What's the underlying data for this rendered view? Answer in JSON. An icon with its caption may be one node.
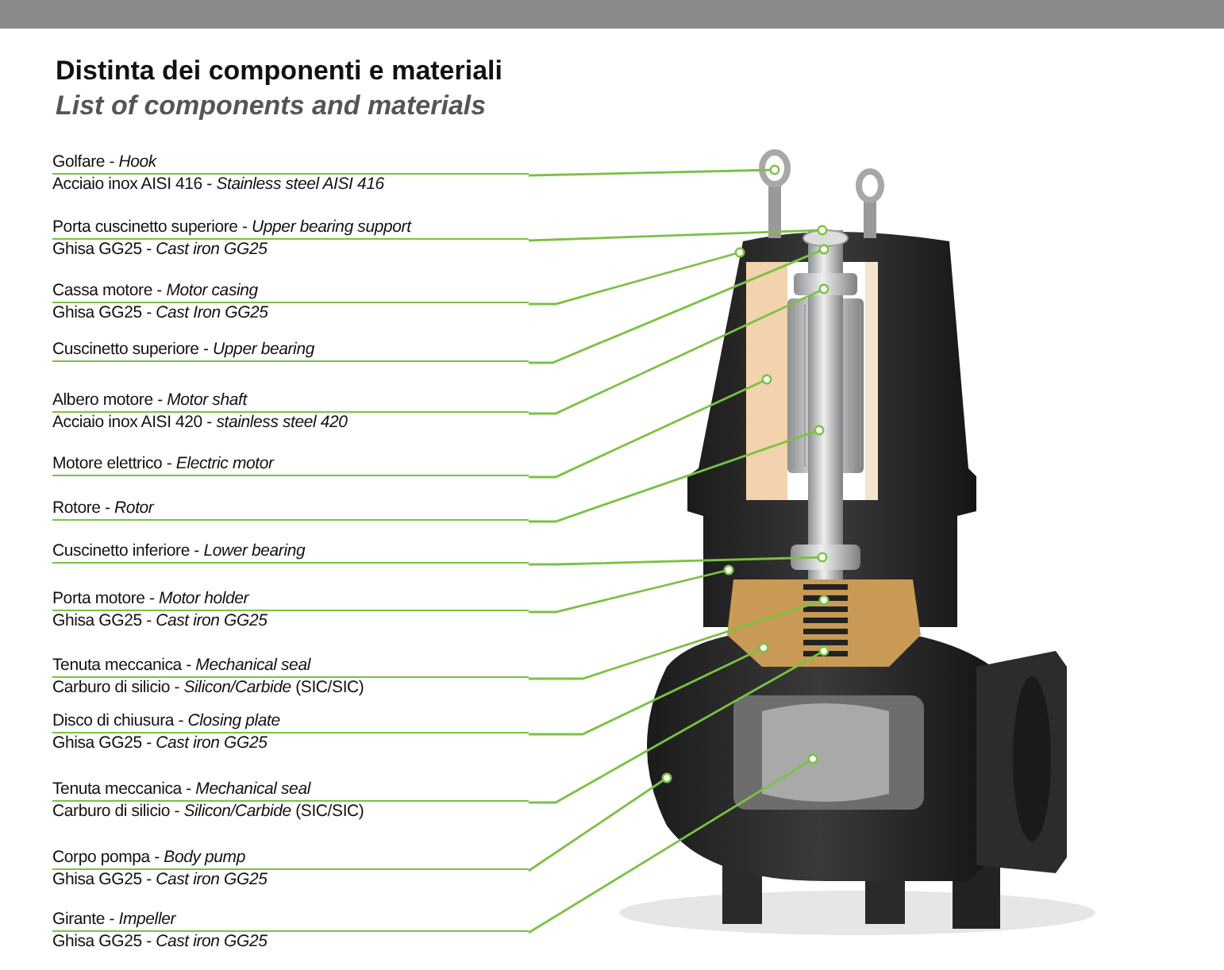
{
  "diagram": {
    "title": "Distinta dei componenti e materiali",
    "nodes": [
      {
        "text": [
          "Golfare - *Hook*",
          "Acciaio inox AISI 416 - *Stainless steel AISI 416*"
        ]
      },
      {
        "text": [
          "Porta cuscinetto superiore - *Upper bearing support*",
          "Ghisa GG25 - *Cast iron GG25*"
        ]
      },
      {
        "text": [
          "Cassa motore - *Motor casing*",
          "Ghisa GG25 - *Cast Iron GG25*"
        ]
      },
      {
        "text": [
          "Cuscinetto superiore - *Upper bearing*"
        ]
      },
      {
        "text": [
          "Albero motore - *Motor shaft*",
          "Acciaio inox AISI 420 - *stainless steel 420*"
        ]
      },
      {
        "text": [
          "Motore elettrico - *Electric motor*"
        ]
      },
      {
        "text": [
          "Rotore - *Rotor*"
        ]
      },
      {
        "text": [
          "Cuscinetto inferiore - *Lower bearing*"
        ]
      },
      {
        "text": [
          "Porta motore - *Motor holder*",
          "Ghisa GG25 - *Cast iron GG25*"
        ]
      },
      {
        "text": [
          "Tenuta meccanica - *Mechanical seal*",
          "Carburo di silicio - *Silicon/Carbide* (SIC/SIC)"
        ]
      },
      {
        "text": [
          "Disco di chiusura - *Closing plate*",
          "Ghisa GG25 - *Cast iron GG25*"
        ]
      },
      {
        "text": [
          "Tenuta meccanica - *Mechanical seal*",
          "Carburo di silicio - *Silicon/Carbide* (SIC/SIC)"
        ]
      },
      {
        "text": [
          "Corpo pompa - *Body pump*",
          "Ghisa GG25 - *Cast iron GG25*"
        ]
      },
      {
        "text": [
          "Girante - *Impeller*",
          "Ghisa GG25 - *Cast iron GG25*"
        ]
      }
    ],
    "edges": [
      {
        "from": 0,
        "to": null,
        "arrow": "other"
      },
      {
        "from": 1,
        "to": null,
        "arrow": "other"
      },
      {
        "from": 2,
        "to": null,
        "arrow": "other"
      },
      {
        "from": 3,
        "to": null,
        "arrow": "other"
      },
      {
        "from": 4,
        "to": null,
        "arrow": "other"
      },
      {
        "from": 5,
        "to": null,
        "arrow": "other"
      },
      {
        "from": 6,
        "to": null,
        "arrow": "other"
      },
      {
        "from": 7,
        "to": null,
        "arrow": "other"
      },
      {
        "from": 8,
        "to": null,
        "arrow": "other"
      },
      {
        "from": 9,
        "to": null,
        "arrow": "other"
      },
      {
        "from": 10,
        "to": null,
        "arrow": "other"
      },
      {
        "from": 11,
        "to": null,
        "arrow": "other"
      },
      {
        "from": 12,
        "to": null,
        "arrow": "other"
      },
      {
        "from": 13,
        "to": null,
        "arrow": "other"
      }
    ],
    "labels": [
      "List of components and materials"
    ]
  }
}
